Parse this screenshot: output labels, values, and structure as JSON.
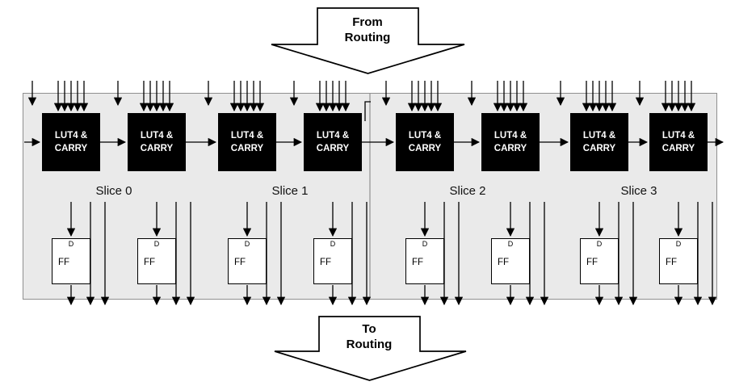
{
  "from_routing": {
    "line1": "From",
    "line2": "Routing"
  },
  "to_routing": {
    "line1": "To",
    "line2": "Routing"
  },
  "lut_boxes": [
    {
      "line1": "LUT4 &",
      "line2": "CARRY"
    },
    {
      "line1": "LUT4 &",
      "line2": "CARRY"
    },
    {
      "line1": "LUT4 &",
      "line2": "CARRY"
    },
    {
      "line1": "LUT4 &",
      "line2": "CARRY"
    },
    {
      "line1": "LUT4 &",
      "line2": "CARRY"
    },
    {
      "line1": "LUT4 &",
      "line2": "CARRY"
    },
    {
      "line1": "LUT4 &",
      "line2": "CARRY"
    },
    {
      "line1": "LUT4 &",
      "line2": "CARRY"
    }
  ],
  "slices": [
    {
      "label": "Slice 0"
    },
    {
      "label": "Slice 1"
    },
    {
      "label": "Slice 2"
    },
    {
      "label": "Slice 3"
    }
  ],
  "ff_boxes": [
    {
      "d": "D",
      "label": "FF"
    },
    {
      "d": "D",
      "label": "FF"
    },
    {
      "d": "D",
      "label": "FF"
    },
    {
      "d": "D",
      "label": "FF"
    },
    {
      "d": "D",
      "label": "FF"
    },
    {
      "d": "D",
      "label": "FF"
    },
    {
      "d": "D",
      "label": "FF"
    },
    {
      "d": "D",
      "label": "FF"
    }
  ],
  "colors": {
    "panel_fill": "#eaeaea",
    "panel_border": "#8f8f8f",
    "lut_fill": "#000000",
    "lut_text": "#ffffff",
    "ff_fill": "#ffffff",
    "ff_border": "#000000",
    "arrow": "#000000"
  }
}
